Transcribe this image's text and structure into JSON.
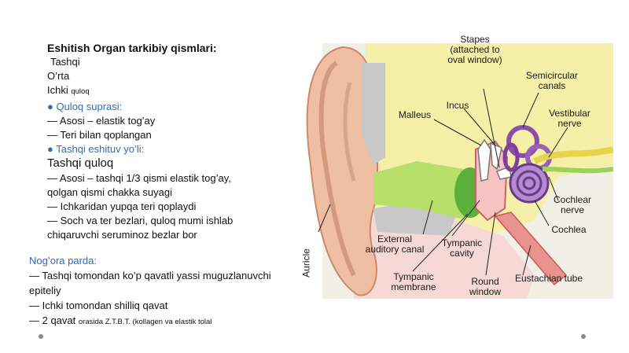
{
  "text_block": {
    "title": "Eshitish Organ tarkibiy qismlari:",
    "item1": "Tashqi",
    "item2": "O’rta",
    "item3_main": "Ichki",
    "item3_small": "quloq",
    "bullet1": "● Quloq suprasi:",
    "line1": "— Asosi – elastik tog’ay",
    "line2": "— Teri bilan qoplangan",
    "bullet2": "● Tashqi eshituv yo’li:",
    "heading_glyph": "",
    "heading": "Tashqi quloq",
    "line3": "— Asosi – tashqi 1/3 qismi elastik tog’ay,",
    "line4": "qolgan qismi chakka suyagi",
    "line5": "— Ichkaridan yupqa teri qoplaydi",
    "line6": "— Soch va ter bezlari, quloq mumi ishlab",
    "line7": "chiqaruvchi seruminoz bezlar bor"
  },
  "bottom_block": {
    "title": "Nog’ora parda:",
    "line1": "— Tashqi tomondan ko’p qavatli yassi muguzlanuvchi epiteliy",
    "line2": "— Ichki tomondan shilliq qavat",
    "line3_main": "— 2 qavat",
    "line3_small": "orasida Z.T.B.T. (kollagen va elastik tolal"
  },
  "diagram": {
    "stapes": "Stapes\n(attached to\noval window)",
    "semicircular": "Semicircular\ncanals",
    "incus": "Incus",
    "malleus": "Malleus",
    "vestibular": "Vestibular\nnerve",
    "cochlear_nerve": "Cochlear\nnerve",
    "cochlea": "Cochlea",
    "external_canal": "External\nauditory canal",
    "tympanic_cavity": "Tympanic\ncavity",
    "tympanic_membrane": "Tympanic\nmembrane",
    "round_window": "Round\nwindow",
    "eustachian": "Eustachian tube",
    "auricle": "Auricle"
  }
}
